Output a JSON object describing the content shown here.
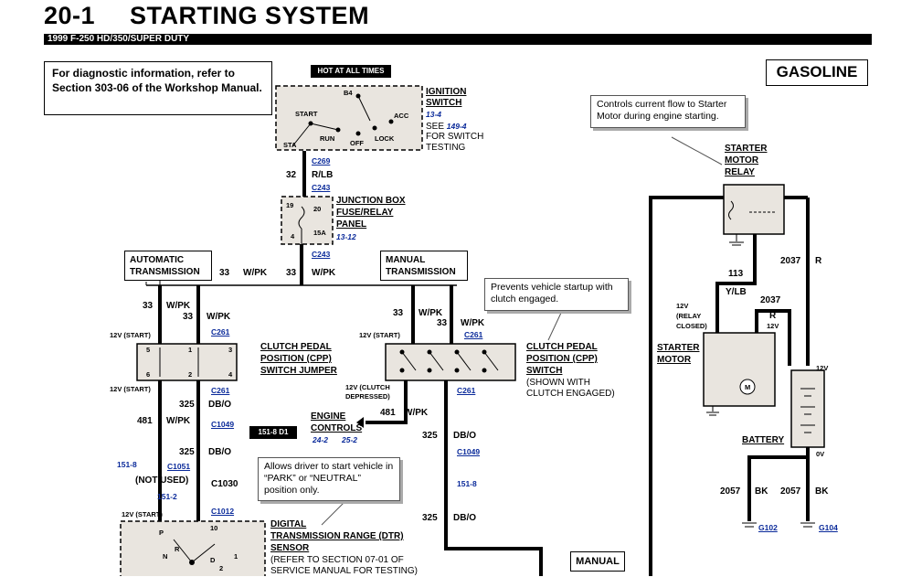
{
  "header": {
    "page_number": "20-1",
    "title": "STARTING SYSTEM",
    "vehicle": "1999 F-250 HD/350/SUPER DUTY"
  },
  "diag_note": "For diagnostic information, refer to Section 303-06 of the Workshop Manual.",
  "engine_type": "GASOLINE",
  "hot_label": "HOT AT ALL TIMES",
  "ignition": {
    "title1": "IGNITION",
    "title2": "SWITCH",
    "ref": "13-4",
    "see": "SEE",
    "see_ref": "149-4",
    "for1": "FOR SWITCH",
    "for2": "TESTING",
    "b4": "B4",
    "start": "START",
    "acc": "ACC",
    "run": "RUN",
    "lock": "LOCK",
    "off": "OFF",
    "sta": "STA"
  },
  "connectors": {
    "c269": "C269",
    "c243a": "C243",
    "c243b": "C243",
    "c261a": "C261",
    "c261b": "C261",
    "c261c": "C261",
    "c261d": "C261",
    "c1049a": "C1049",
    "c1049b": "C1049",
    "c1051": "C1051",
    "c1030": "C1030",
    "c1012": "C1012"
  },
  "wires": {
    "w32": "32",
    "w32c": "R/LB",
    "w33a": "33",
    "w33ac": "W/PK",
    "w33b": "33",
    "w33bc": "W/PK",
    "w33c": "33",
    "w33cc": "W/PK",
    "w33d": "33",
    "w33dc": "W/PK",
    "w33e": "33",
    "w33ec": "W/PK",
    "w33f": "33",
    "w33fc": "W/PK",
    "w325a": "325",
    "w325ac": "DB/O",
    "w481a": "481",
    "w481ac": "W/PK",
    "w325b": "325",
    "w325bc": "DB/O",
    "w481b": "481",
    "w481bc": "W/PK",
    "w325c": "325",
    "w325cc": "DB/O",
    "w325d": "325",
    "w325dc": "DB/O",
    "w113": "113",
    "w113c": "Y/LB",
    "w2037a": "2037",
    "w2037ac": "R",
    "w2037b": "2037",
    "w2037bc": "R",
    "w2057a": "2057",
    "w2057ac": "BK",
    "w2057b": "2057",
    "w2057bc": "BK"
  },
  "junction": {
    "l1": "JUNCTION BOX",
    "l2": "FUSE/RELAY",
    "l3": "PANEL",
    "ref": "13-12",
    "p19": "19",
    "p20": "20",
    "p4": "4",
    "fuse": "15A"
  },
  "auto_trans": {
    "l1": "AUTOMATIC",
    "l2": "TRANSMISSION"
  },
  "manual_trans": {
    "l1": "MANUAL",
    "l2": "TRANSMISSION"
  },
  "cpp_jumper": {
    "l1": "CLUTCH PEDAL",
    "l2": "POSITION (CPP)",
    "l3": "SWITCH JUMPER",
    "p5": "5",
    "p1": "1",
    "p3": "3",
    "p6": "6",
    "p2": "2",
    "p4": "4"
  },
  "cpp_switch": {
    "l1": "CLUTCH PEDAL",
    "l2": "POSITION (CPP)",
    "l3": "SWITCH",
    "l4": "(SHOWN WITH",
    "l5": "CLUTCH ENGAGED)"
  },
  "prevent_note": "Prevents vehicle startup with clutch engaged.",
  "controls_note": "Controls current flow to Starter Motor during engine starting.",
  "allows_note": "Allows driver to start vehicle in “PARK” or “NEUTRAL” position only.",
  "volts": {
    "v12start1": "12V (START)",
    "v12start2": "12V (START)",
    "v12start3": "12V (START)",
    "v12start4": "12V (START)",
    "v12clutch1": "12V (CLUTCH",
    "v12clutch2": "DEPRESSED)",
    "v12relay1": "12V",
    "v12relay2": "(RELAY",
    "v12relay3": "CLOSED)",
    "v12r": "12V",
    "v12bat": "12V",
    "v0": "0V"
  },
  "engine_controls": {
    "l1": "ENGINE",
    "l2": "CONTROLS",
    "r1": "24-2",
    "r2": "25-2",
    "badge": "151-8 D1"
  },
  "refs": {
    "r1518a": "151-8",
    "r1518b": "151-8",
    "r1512": "151-2",
    "notused": "(NOT USED)"
  },
  "dtr": {
    "l1": "DIGITAL",
    "l2": "TRANSMISSION RANGE (DTR)",
    "l3": "SENSOR",
    "l4": "(REFER TO SECTION 07-01 OF",
    "l5": "SERVICE MANUAL FOR TESTING)",
    "p10": "10",
    "P": "P",
    "R": "R",
    "N": "N",
    "D": "D",
    "one": "1",
    "two": "2"
  },
  "starter_relay": {
    "l1": "STARTER",
    "l2": "MOTOR",
    "l3": "RELAY"
  },
  "starter_motor": {
    "l1": "STARTER",
    "l2": "MOTOR",
    "m": "M"
  },
  "battery": {
    "label": "BATTERY"
  },
  "grounds": {
    "g102": "G102",
    "g104": "G104"
  },
  "manual_badge": "MANUAL"
}
